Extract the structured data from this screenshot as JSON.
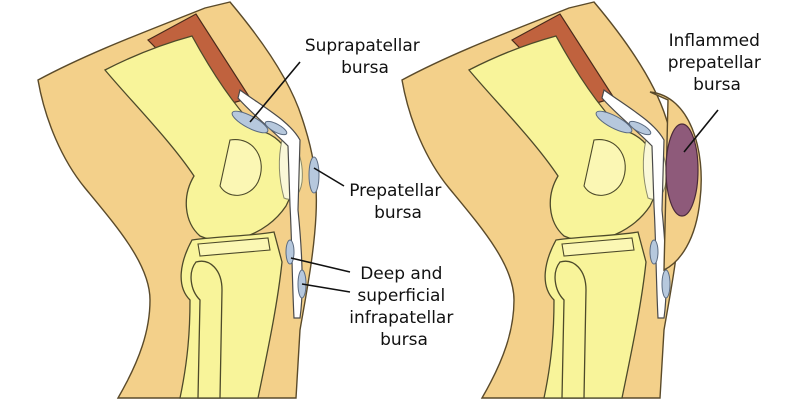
{
  "labels": {
    "suprapatellar": [
      "Suprapatellar",
      "bursa"
    ],
    "prepatellar": [
      "Prepatellar",
      "bursa"
    ],
    "infrapatellar": [
      "Deep and",
      "superficial",
      "infrapatellar",
      "bursa"
    ],
    "inflamed": [
      "Inflammed",
      "prepatellar",
      "bursa"
    ]
  },
  "colors": {
    "skin": "#f3d08a",
    "bone": "#f8f49a",
    "muscle": "#c0623e",
    "bursa": "#b6c8dd",
    "inflamed_bursa": "#8e5a7a"
  }
}
